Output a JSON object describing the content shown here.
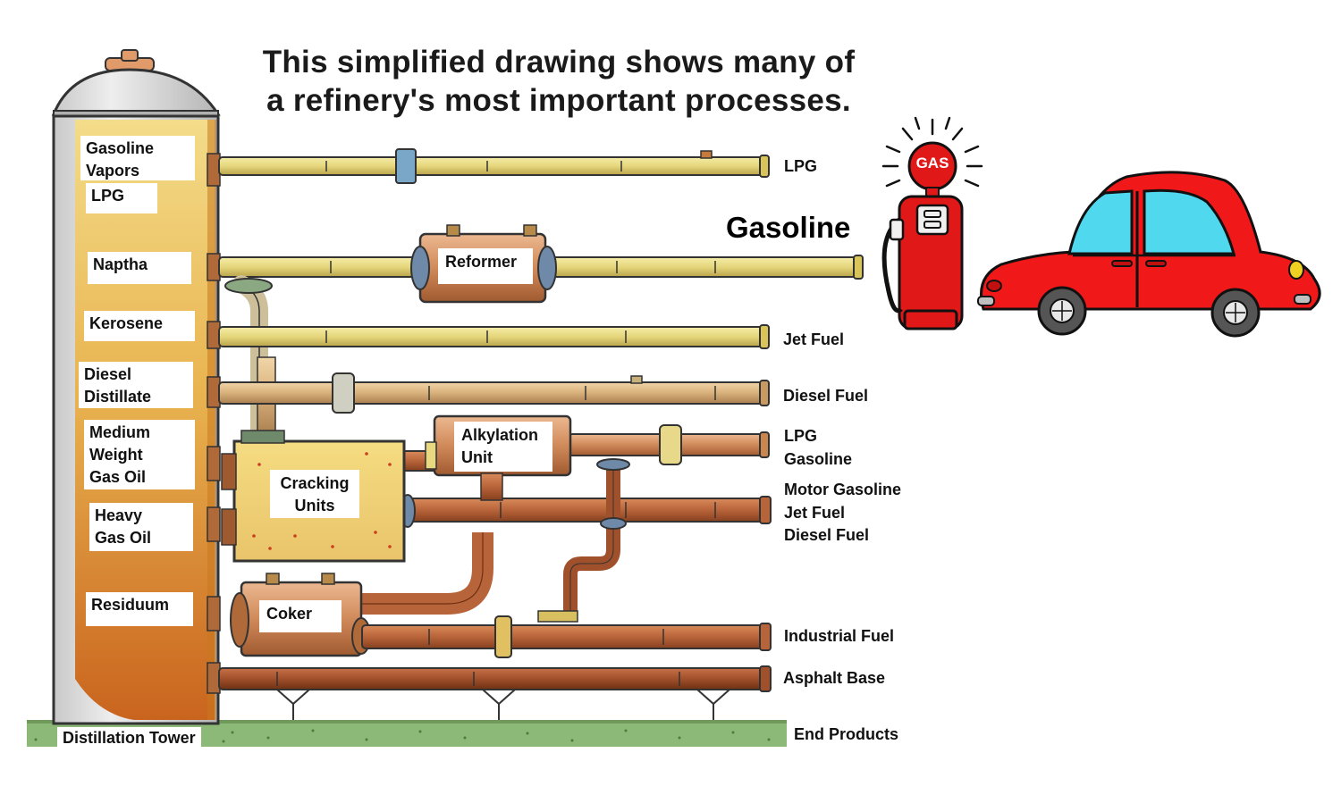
{
  "title": {
    "line1": "This simplified drawing shows many of",
    "line2": "a refinery's most important processes."
  },
  "tower": {
    "name": "Distillation Tower",
    "fractions": [
      {
        "line1": "Gasoline",
        "line2": "Vapors"
      },
      {
        "line1": "LPG"
      },
      {
        "line1": "Naptha"
      },
      {
        "line1": "Kerosene"
      },
      {
        "line1": "Diesel",
        "line2": "Distillate"
      },
      {
        "line1": "Medium",
        "line2": "Weight",
        "line3": "Gas Oil"
      },
      {
        "line1": "Heavy",
        "line2": "Gas Oil"
      },
      {
        "line1": "Residuum"
      }
    ]
  },
  "processes": {
    "reformer": "Reformer",
    "alkylation": {
      "line1": "Alkylation",
      "line2": "Unit"
    },
    "cracking": {
      "line1": "Cracking",
      "line2": "Units"
    },
    "coker": "Coker"
  },
  "end_products": {
    "heading": "End Products",
    "lpg": "LPG",
    "jet_fuel": "Jet Fuel",
    "diesel_fuel": "Diesel Fuel",
    "alky": {
      "line1": "LPG",
      "line2": "Gasoline"
    },
    "cracked": {
      "line1": "Motor Gasoline",
      "line2": "Jet Fuel",
      "line3": "Diesel Fuel"
    },
    "industrial_fuel": "Industrial Fuel",
    "asphalt_base": "Asphalt Base"
  },
  "gasoline_label": "Gasoline",
  "pump_sign": "GAS",
  "colors": {
    "pipe_light": "#e8dc8c",
    "pipe_tan": "#dcbc8a",
    "pipe_rust": "#b8643a",
    "tower_fill": "#e7a64a",
    "pump_red": "#e01818",
    "car_red": "#f01818",
    "car_glass": "#50d8ee",
    "ground": "#8cb878"
  }
}
